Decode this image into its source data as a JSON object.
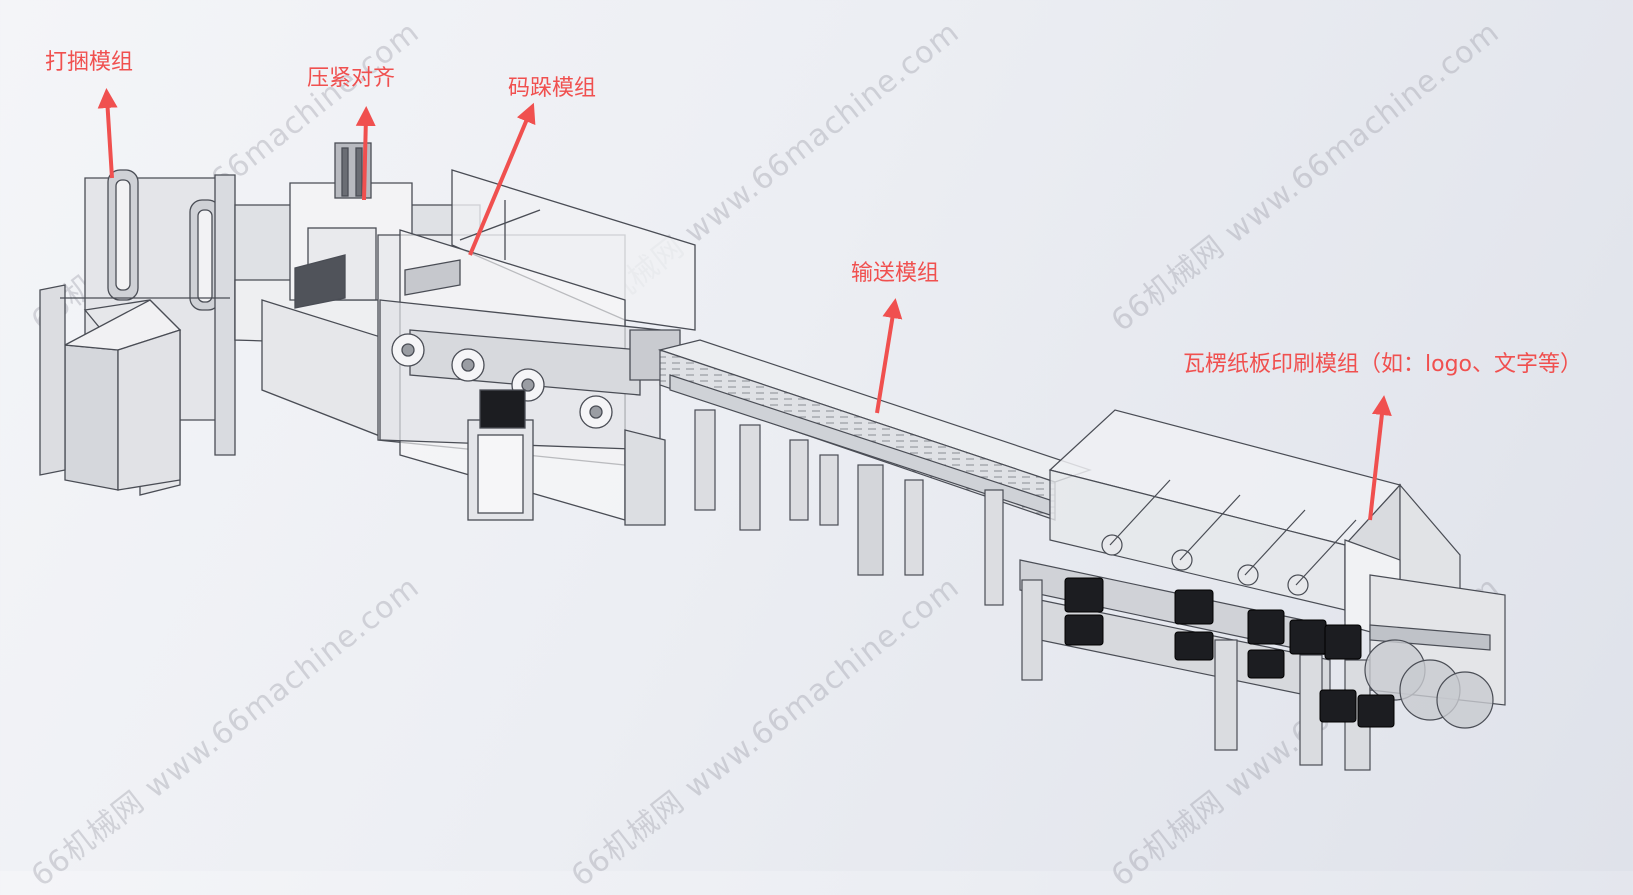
{
  "labels": {
    "bundling": "打捆模组",
    "press_align": "压紧对齐",
    "stacking": "码跺模组",
    "conveying": "输送模组",
    "printing": "瓦楞纸板印刷模组（如：logo、文字等）"
  },
  "watermark": "66机械网 www.66machine.com",
  "colors": {
    "label": "#f0504f",
    "arrow": "#f0504f",
    "metal": "#d7d9de",
    "edge": "#4a4d55",
    "motor": "#1c1d21"
  }
}
